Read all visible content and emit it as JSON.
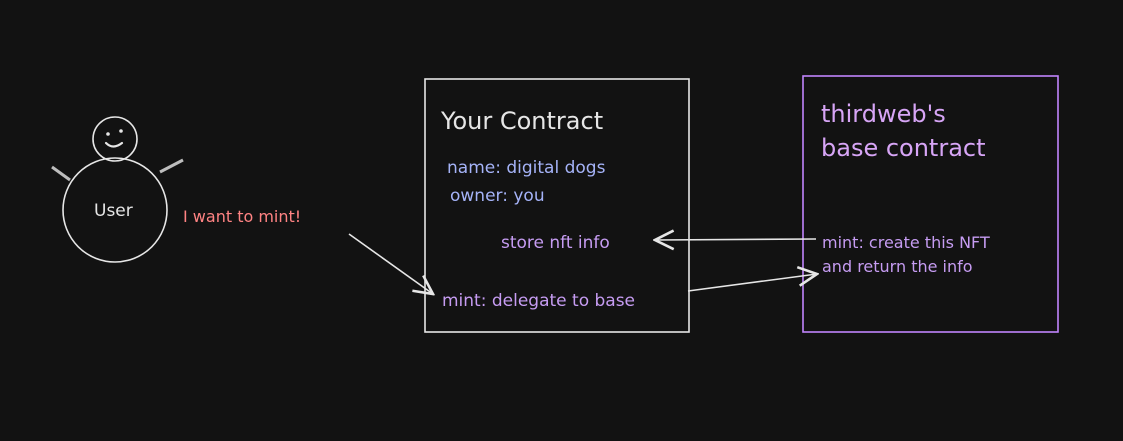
{
  "user": {
    "label": "User",
    "speech": "I want to mint!"
  },
  "your_contract": {
    "title": "Your Contract",
    "name_line": "name: digital dogs",
    "owner_line": "owner: you",
    "store_line": "store nft info",
    "mint_line": "mint: delegate to base"
  },
  "base_contract": {
    "title_line1": "thirdweb's",
    "title_line2": "base contract",
    "mint_line1": "mint: create this NFT",
    "mint_line2": "and return the info"
  },
  "colors": {
    "background": "#121212",
    "stroke": "#e6e6e6",
    "speech": "#ff8383",
    "field": "#a5b3f8",
    "violet": "#c69cf2",
    "base_text": "#d7a5f6",
    "base_border": "#c084fc"
  }
}
